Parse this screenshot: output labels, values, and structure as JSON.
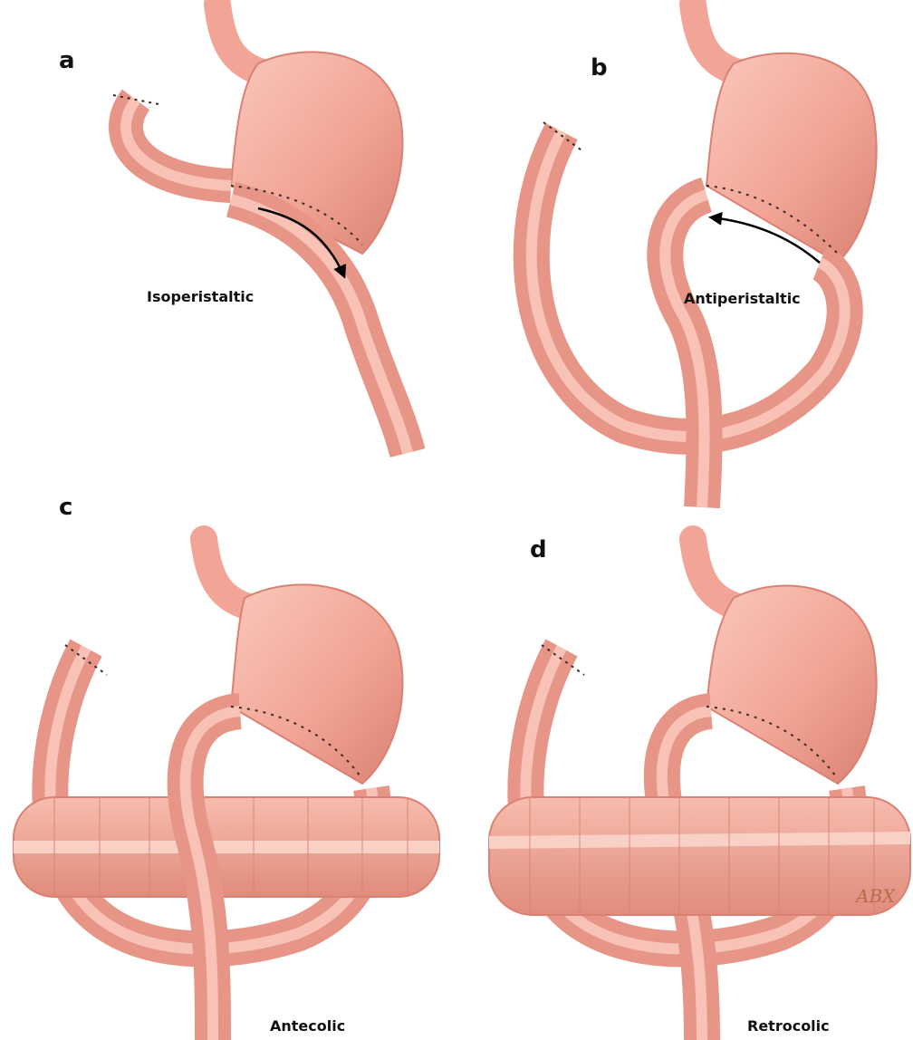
{
  "panels": [
    {
      "letter": "a",
      "caption": "Isoperistaltic"
    },
    {
      "letter": "b",
      "caption": "Antiperistaltic"
    },
    {
      "letter": "c",
      "caption": "Antecolic"
    },
    {
      "letter": "d",
      "caption": "Retrocolic"
    }
  ],
  "artist_signature": "ABX",
  "colors": {
    "tissue": "#f2a596",
    "tissue_light": "#f8c2b6",
    "tissue_dark": "#c96d60",
    "colon": "#f0a292",
    "suture": "#3a2a28",
    "arrow": "#000000",
    "text": "#111111"
  }
}
